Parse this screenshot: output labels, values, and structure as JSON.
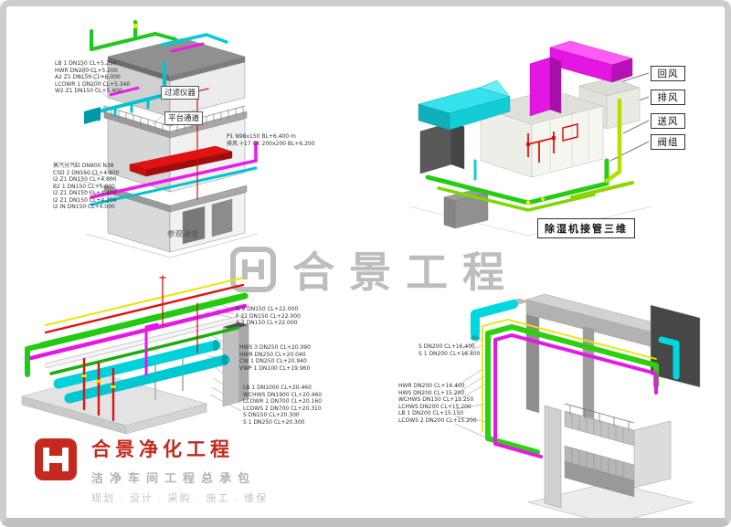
{
  "watermark": {
    "text": "合景工程",
    "logo": "H-mark"
  },
  "brand": {
    "company": "合景净化工程",
    "tagline": "洁净车间工程总承包",
    "services": "规划 · 设计 · 采购 · 施工 · 维保",
    "logo": "H-mark"
  },
  "palette": {
    "cyan": "#00d2da",
    "magenta": "#e816e8",
    "green": "#21cc10",
    "red": "#e01212",
    "yellow": "#e6e600",
    "lime": "#a8dc00",
    "watermark_gray": "#bdbdbd",
    "brand_red": "#c5281c",
    "frame_gray": "#cdcdcd"
  },
  "views": {
    "top_left": {
      "ann_upper": [
        "LB 1 DN150 CL+5.250",
        "HWR DN200 CL+5.200",
        "A2 Z1 DN150 CL+6.000",
        "LCOWR 1 DN200 CL+5.340",
        "W2 Z1 DN150 CL+5.400"
      ],
      "ann_lower": [
        "蒸汽分汽缸 DN800 N38",
        "CSD 2 DN150 CL+4.800",
        "I2 Z1 DN150 CL+4.600",
        "B2 1 DN150 CL+5.000",
        "I2 Z1 DN150 CL+4.400",
        "I2 Z1 DN150 CL+4.200",
        "I2 IN DN150 CL+4.000"
      ],
      "callout_filter": "过滤仪器",
      "callout_platform": "平台通道",
      "callout_visit": "参观通道",
      "ann_right": [
        "P1 N98x150 BL+6.400 m",
        "排风 +17 CK 200x200 BL+6.200"
      ]
    },
    "top_right": {
      "tags": [
        "回风",
        "排风",
        "送风",
        "阀组"
      ],
      "caption": "除湿机接管三维"
    },
    "bottom_left": {
      "ann_top": [
        "N 9 DN150 CL+22.000",
        "F 22 DN150 CL+22.000",
        "4 3 DN150 CL+22.000"
      ],
      "ann_mid": [
        "HWS 3 DN250 CL+20.090",
        "HWR DN250 CL+20.040",
        "CW 1 DN250 CL+20.940",
        "VWP 1 DN100 CL+19.960"
      ],
      "ann_bottom": [
        "LB 1 DN1000 CL+20.460",
        "WCHWS DN1900 CL+20.460",
        "LCOWR 1 DN700 CL+20.160",
        "LCOWS 2 DN700 CL+20.310",
        "S DN150 CL+20.300",
        "S 1 DN250 CL+20.300"
      ]
    },
    "bottom_right": {
      "ann_top": [
        "S DN200 CL+16.400",
        "S 1 DN200 CL+16.400"
      ],
      "ann_bottom": [
        "HWR DN200 CL+16.400",
        "HWS DN200 CL+15.200",
        "WCHWS DN150 CL+15.250",
        "LCHWS DN200 CL+15.200",
        "LB 1 DN200 CL+15.150",
        "LCOWS 2 DN200 CL+15.200"
      ]
    }
  }
}
